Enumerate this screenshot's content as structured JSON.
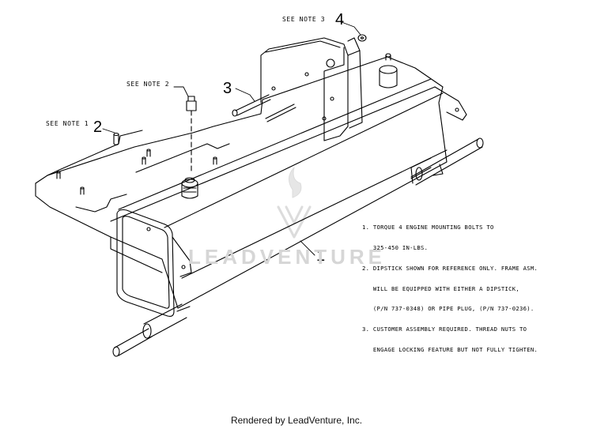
{
  "callouts": {
    "part_1": "1",
    "part_2": "2",
    "part_3": "3",
    "part_4": "4"
  },
  "note_refs": {
    "note_1": "SEE NOTE 1",
    "note_2": "SEE NOTE 2",
    "note_3": "SEE NOTE 3"
  },
  "notes": [
    "1. TORQUE 4 ENGINE MOUNTING BOLTS TO",
    "   325-450 IN-LBS.",
    "2. DIPSTICK SHOWN FOR REFERENCE ONLY. FRAME ASM.",
    "   WILL BE EQUIPPED WITH EITHER A DIPSTICK,",
    "   (P/N 737-0348) OR PIPE PLUG, (P/N 737-0236).",
    "3. CUSTOMER ASSEMBLY REQUIRED. THREAD NUTS TO",
    "   ENGAGE LOCKING FEATURE BUT NOT FULLY TIGHTEN."
  ],
  "watermark": "LEADVENTURE",
  "footer": "Rendered by LeadVenture, Inc."
}
